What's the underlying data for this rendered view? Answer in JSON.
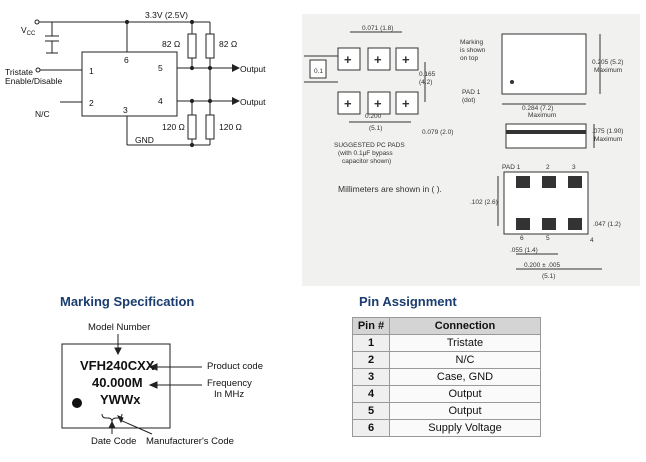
{
  "schematic": {
    "vcc": "V",
    "vcc_sub": "CC",
    "supply": "3.3V (2.5V)",
    "r_top_left": "82 Ω",
    "r_top_right": "82 Ω",
    "r_bottom_left": "120 Ω",
    "r_bottom_right": "120 Ω",
    "pin1": "1",
    "pin2": "2",
    "pin3": "3",
    "pin4": "4",
    "pin5": "5",
    "pin6": "6",
    "tristate": "Tristate",
    "enable": "Enable/Disable",
    "nc": "N/C",
    "gnd": "GND",
    "out1": "Output",
    "out2": "Output"
  },
  "mechanical": {
    "pad_w": "0.071 (1.8)",
    "pad_gap_in": "0.165",
    "pad_gap_mm": "(4.2)",
    "pad_pitch_in": "0.200",
    "pad_pitch_mm": "(5.1)",
    "pad_offset": "0.079 (2.0)",
    "left_dim": "0.1",
    "pc_pads_1": "SUGGESTED PC PADS",
    "pc_pads_2": "(with 0.1µF bypass",
    "pc_pads_3": "capacitor shown)",
    "marking_1": "Marking",
    "marking_2": "is shown",
    "marking_3": "on top",
    "pad1_1": "PAD 1",
    "pad1_2": "(dot)",
    "height_in": "0.205 (5.2)",
    "height_max": "Maximum",
    "len_in": "0.284 (7.2)",
    "len_max": "Maximum",
    "thick_in": ".075 (1.90)",
    "thick_max": "Maximum",
    "mm_note": "Millimeters are shown in (   ).",
    "pad1_lbl": "PAD 1",
    "p2": "2",
    "p3": "3",
    "p4": "4",
    "p5": "5",
    "p6": "6",
    "dim_102": ".102 (2.6)",
    "dim_047": ".047 (1.2)",
    "dim_055": ".055 (1.4)",
    "dim_200": "0.200 ± .005",
    "dim_200mm": "(5.1)"
  },
  "marking": {
    "title": "Marking Specification",
    "model_number": "Model Number",
    "line1": "VFH240CXX",
    "line2": "40.000M",
    "line3": "YWWx",
    "product_code": "Product code",
    "frequency": "Frequency",
    "in_mhz": "In MHz",
    "date_code": "Date Code",
    "manufacturer_code": "Manufacturer's Code"
  },
  "pins": {
    "title": "Pin Assignment",
    "header_pin": "Pin #",
    "header_conn": "Connection",
    "rows": [
      {
        "pin": "1",
        "conn": "Tristate"
      },
      {
        "pin": "2",
        "conn": "N/C"
      },
      {
        "pin": "3",
        "conn": "Case, GND"
      },
      {
        "pin": "4",
        "conn": "Output"
      },
      {
        "pin": "5",
        "conn": "Output"
      },
      {
        "pin": "6",
        "conn": "Supply Voltage"
      }
    ]
  }
}
